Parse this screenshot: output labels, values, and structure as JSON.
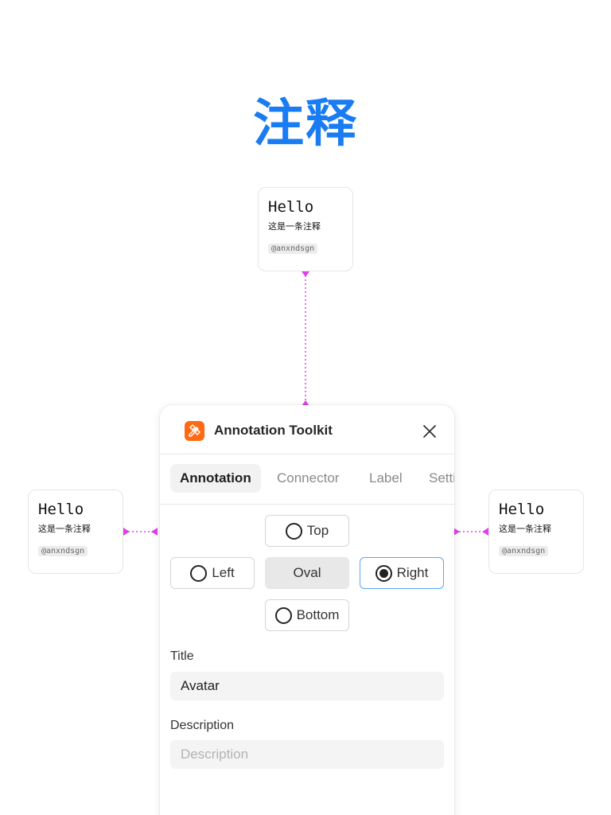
{
  "heading": "注释",
  "cards": {
    "top": {
      "title": "Hello",
      "desc": "这是一条注释",
      "tag": "@anxndsgn"
    },
    "left": {
      "title": "Hello",
      "desc": "这是一条注释",
      "tag": "@anxndsgn"
    },
    "right": {
      "title": "Hello",
      "desc": "这是一条注释",
      "tag": "@anxndsgn"
    }
  },
  "colors": {
    "accent": "#1a7cf2",
    "connector": "#e040e8",
    "app_icon": "#ff6a13",
    "selected_border": "#5aa7ee"
  },
  "panel": {
    "title": "Annotation Toolkit",
    "app_icon": "pencil-ruler-icon",
    "close_icon": "close-icon",
    "tabs": [
      {
        "label": "Annotation",
        "active": true
      },
      {
        "label": "Connector",
        "active": false
      },
      {
        "label": "Label",
        "active": false
      },
      {
        "label": "Settings",
        "active": false
      }
    ],
    "position": {
      "top": "Top",
      "left": "Left",
      "oval": "Oval",
      "right": "Right",
      "bottom": "Bottom",
      "selected": "Right"
    },
    "title_field": {
      "label": "Title",
      "value": "Avatar"
    },
    "description_field": {
      "label": "Description",
      "value": "",
      "placeholder": "Description"
    }
  }
}
